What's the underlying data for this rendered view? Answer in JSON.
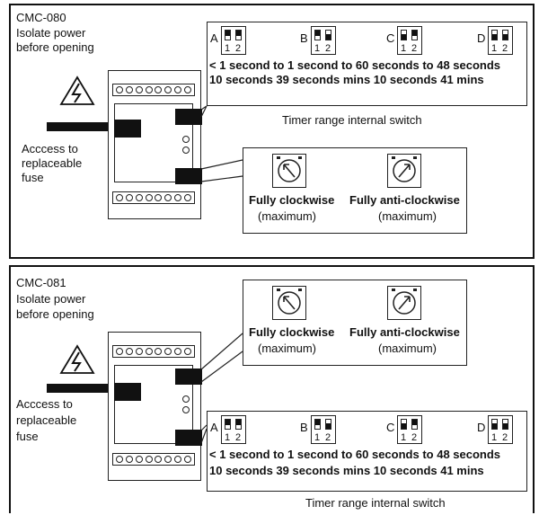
{
  "top": {
    "model": "CMC-080",
    "warning_line1": "Isolate  power",
    "warning_line2": "before opening",
    "access_line1": "Acccess to",
    "access_line2": "replaceable",
    "access_line3": "fuse",
    "dip_labels": [
      "A",
      "B",
      "C",
      "D"
    ],
    "dip_nums": [
      "1",
      "2"
    ],
    "timer_line1": "< 1 second to 1 second to 60 seconds to 48 seconds",
    "timer_line2": "10 seconds 39 seconds mins 10 seconds 41 mins",
    "timer_caption": "Timer range internal switch",
    "cw_line1": "Fully clockwise",
    "cw_line2": "(maximum)",
    "acw_line1": "Fully anti-clockwise",
    "acw_line2": "(maximum)"
  },
  "bottom": {
    "model": "CMC-081",
    "warning_line1": "Isolate  power",
    "warning_line2": "before opening",
    "access_line1": "Acccess to",
    "access_line2": "replaceable",
    "access_line3": "fuse",
    "dip_labels": [
      "A",
      "B",
      "C",
      "D"
    ],
    "dip_nums": [
      "1",
      "2"
    ],
    "timer_line1": "< 1 second to 1 second to 60 seconds to 48 seconds",
    "timer_line2": "10 seconds 39 seconds mins 10 seconds 41 mins",
    "timer_caption": "Timer range internal switch",
    "cw_line1": "Fully clockwise",
    "cw_line2": "(maximum)",
    "acw_line1": "Fully anti-clockwise",
    "acw_line2": "(maximum)"
  },
  "icons": [
    "high-voltage-warning-icon",
    "arrow-right-icon",
    "potentiometer-icon",
    "dip-switch-icon"
  ]
}
